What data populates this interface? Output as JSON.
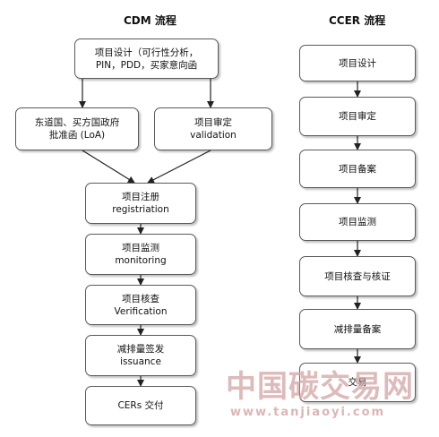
{
  "cdm": {
    "title": "CDM 流程",
    "design": {
      "line1": "项目设计（可行性分析，",
      "line2": "PIN，PDD，买家意向函"
    },
    "approval": {
      "line1": "东道国、买方国政府",
      "line2": "批准函 (LoA)"
    },
    "validation": {
      "line1": "项目审定",
      "line2": "validation"
    },
    "registration": {
      "line1": "项目注册",
      "line2": "registriation"
    },
    "monitoring": {
      "line1": "项目监测",
      "line2": "monitoring"
    },
    "verification": {
      "line1": "项目核查",
      "line2": "Verification"
    },
    "issuance": {
      "line1": "减排量签发",
      "line2": "issuance"
    },
    "delivery": {
      "line1": "CERs 交付"
    }
  },
  "ccer": {
    "title": "CCER 流程",
    "steps": [
      "项目设计",
      "项目审定",
      "项目备案",
      "项目监测",
      "项目核查与核证",
      "减排量备案",
      "交易"
    ]
  },
  "watermark": {
    "chinese": "中国碳交易网",
    "url": "www.tanjiaoyi.com"
  }
}
